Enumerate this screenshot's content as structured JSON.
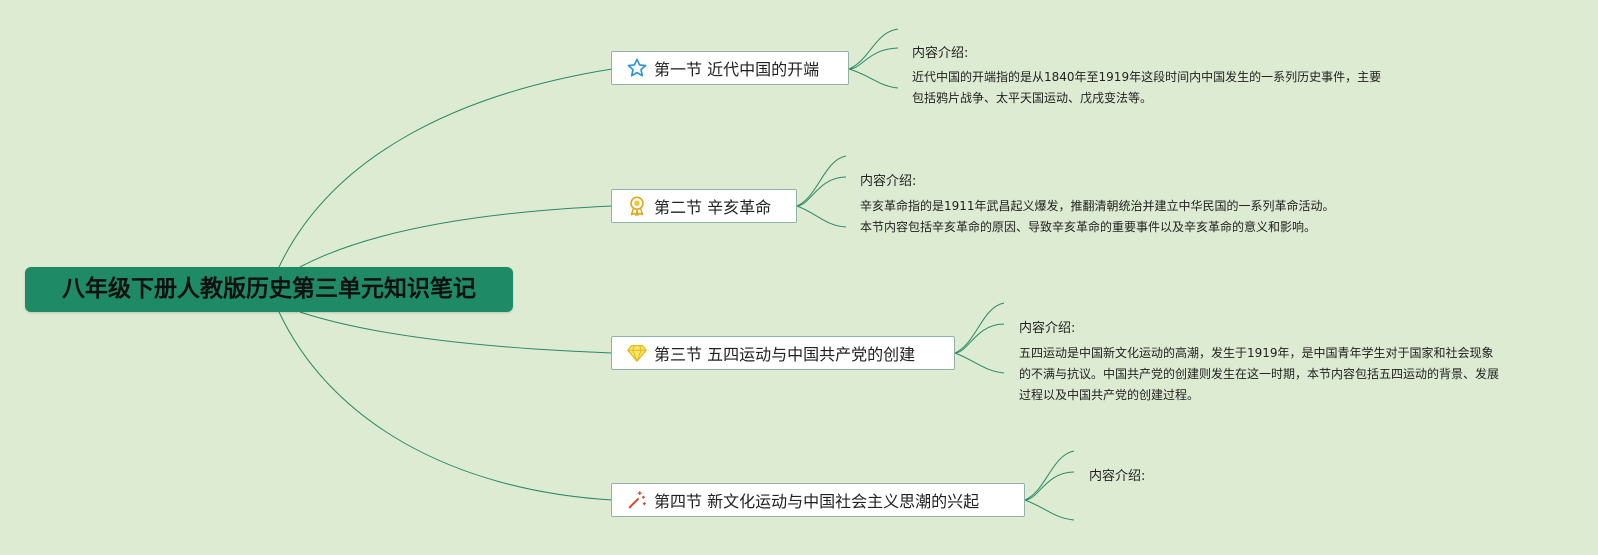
{
  "root": {
    "title": "八年级下册人教版历史第三单元知识笔记"
  },
  "topics": [
    {
      "title": "第一节 近代中国的开端",
      "icon": "star-icon",
      "note_label": "内容介绍:",
      "note_text": "近代中国的开端指的是从1840年至1919年这段时间内中国发生的一系列历史事件，主要包括鸦片战争、太平天国运动、戊戌变法等。"
    },
    {
      "title": "第二节 辛亥革命",
      "icon": "award-medal-icon",
      "note_label": "内容介绍:",
      "note_text": "辛亥革命指的是1911年武昌起义爆发，推翻清朝统治并建立中华民国的一系列革命活动。本节内容包括辛亥革命的原因、导致辛亥革命的重要事件以及辛亥革命的意义和影响。"
    },
    {
      "title": "第三节 五四运动与中国共产党的创建",
      "icon": "diamond-icon",
      "note_label": "内容介绍:",
      "note_text": "五四运动是中国新文化运动的高潮，发生于1919年，是中国青年学生对于国家和社会现象的不满与抗议。中国共产党的创建则发生在这一时期，本节内容包括五四运动的背景、发展过程以及中国共产党的创建过程。"
    },
    {
      "title": "第四节 新文化运动与中国社会主义思潮的兴起",
      "icon": "magic-wand-icon",
      "note_label": "内容介绍:",
      "note_text": ""
    }
  ],
  "colors": {
    "background": "#dcebd2",
    "root_fill": "#1e8a66",
    "line": "#2a8a62",
    "topic_border": "#8fb4a6"
  }
}
